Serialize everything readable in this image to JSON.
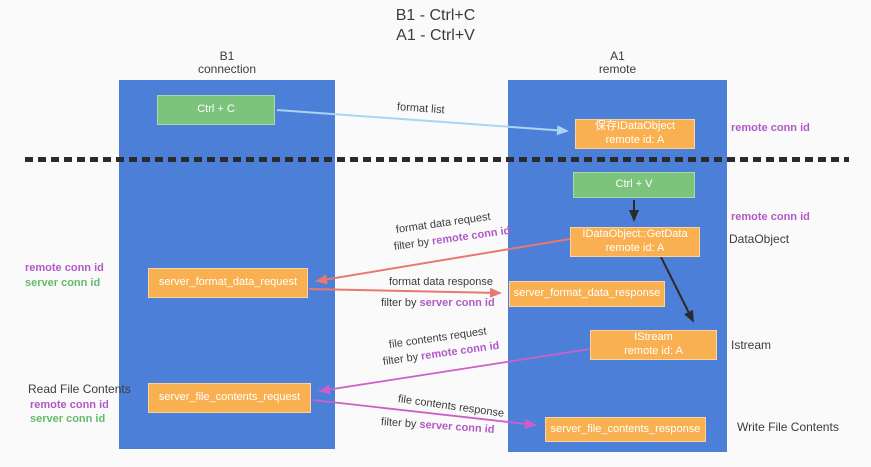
{
  "title": {
    "line1": "B1 - Ctrl+C",
    "line2": "A1 - Ctrl+V"
  },
  "columns": {
    "left": {
      "header_line1": "B1",
      "header_line2": "connection"
    },
    "right": {
      "header_line1": "A1",
      "header_line2": "remote"
    }
  },
  "nodes": {
    "ctrl_c": "Ctrl + C",
    "ctrl_v": "Ctrl + V",
    "save_idataobject": {
      "line1": "保存IDataObject",
      "line2": "remote id: A"
    },
    "getdata": {
      "line1": "IDataObject::GetData",
      "line2": "remote id: A"
    },
    "istream": {
      "line1": "IStream",
      "line2": "remote id: A"
    },
    "server_format_data_request": "server_format_data_request",
    "server_format_data_response": "server_format_data_response",
    "server_file_contents_request": "server_file_contents_request",
    "server_file_contents_response": "server_file_contents_response"
  },
  "arrow_labels": {
    "format_list": "format list",
    "format_data_request": "format data request",
    "filter_by_remote_1": {
      "prefix": "filter by ",
      "id": "remote conn id"
    },
    "format_data_response": "format data response",
    "filter_by_server_1": {
      "prefix": "filter by ",
      "id": "server conn id"
    },
    "file_contents_request": "file contents request",
    "filter_by_remote_2": {
      "prefix": "filter by ",
      "id": "remote conn id"
    },
    "file_contents_response": "file contents response",
    "filter_by_server_2": {
      "prefix": "filter by ",
      "id": "server conn id"
    }
  },
  "side_labels": {
    "right_top_remote": "remote conn id",
    "right_mid_remote": "remote conn id",
    "dataobject": "DataObject",
    "istream": "Istream",
    "write_file_contents": "Write File Contents",
    "left_mid_remote": "remote conn id",
    "left_mid_server": "server conn id",
    "read_file_contents": "Read File Contents",
    "left_bottom_remote": "remote conn id",
    "left_bottom_server": "server conn id"
  },
  "colors": {
    "background": "#fafafa",
    "column_blue": "#4c80d8",
    "node_green": "#7cc47c",
    "node_orange": "#f9b050",
    "arrow_light_blue": "#aad4f2",
    "arrow_salmon": "#e8796f",
    "arrow_magenta": "#ce5fc9",
    "arrow_black": "#2b2b2b",
    "label_purple": "#b159c6",
    "label_green": "#63bb6a",
    "text_dark": "#3c3c3c"
  }
}
